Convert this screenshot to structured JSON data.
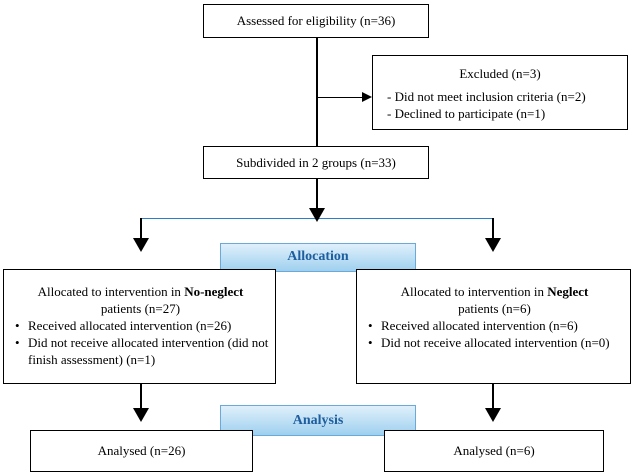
{
  "boxes": {
    "assessed": "Assessed for eligibility (n=36)",
    "excluded": {
      "title": "Excluded (n=3)",
      "items": [
        "- Did not meet inclusion criteria (n=2)",
        "- Declined to participate (n=1)"
      ]
    },
    "subdivided": "Subdivided in 2 groups (n=33)",
    "left_group": {
      "line1_prefix": "Allocated to intervention in ",
      "line1_bold": "No-neglect",
      "line2": "patients (n=27)",
      "bullets": [
        "Received allocated intervention (n=26)",
        "Did not receive allocated intervention (did not finish assessment) (n=1)"
      ]
    },
    "right_group": {
      "line1_prefix": "Allocated to intervention in ",
      "line1_bold": "Neglect",
      "line2": "patients (n=6)",
      "bullets": [
        "Received allocated intervention (n=6)",
        "Did not receive allocated intervention (n=0)"
      ]
    },
    "analysed_left": "Analysed (n=26)",
    "analysed_right": "Analysed (n=6)"
  },
  "phases": {
    "allocation": "Allocation",
    "analysis": "Analysis"
  }
}
